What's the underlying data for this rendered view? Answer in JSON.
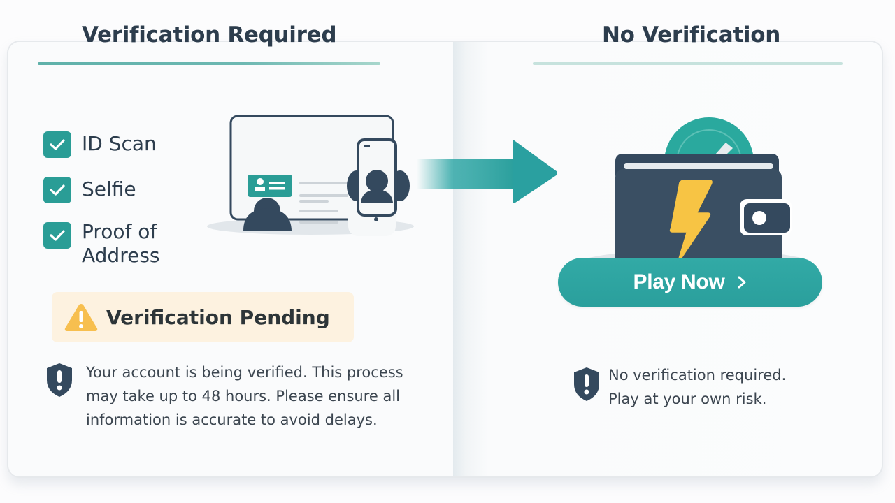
{
  "left_panel": {
    "title": "Verification Required",
    "checklist": [
      {
        "label": "ID Scan",
        "checked": true
      },
      {
        "label": "Selfie",
        "checked": true
      },
      {
        "label": "Proof of Address",
        "label_line1": "Proof of",
        "label_line2": "Address",
        "checked": true
      }
    ],
    "illustration": "id-card-and-phone-selfie",
    "status_badge": {
      "label": "Verification Pending",
      "icon": "warning-triangle-icon"
    },
    "notice": {
      "icon": "shield-exclamation-icon",
      "text": "Your account is being verified. This process may take up to 48 hours. Please ensure all information is accurate to avoid delays."
    }
  },
  "transition_arrow": "arrow-right-icon",
  "right_panel": {
    "title": "No Verification",
    "illustration": "wallet-with-lightning-and-coin",
    "play_button": {
      "label": "Play Now",
      "icon": "chevron-right-icon"
    },
    "notice": {
      "icon": "shield-exclamation-icon",
      "text_line1": "No verification required.",
      "text_line2": "Play at your own risk."
    }
  },
  "colors": {
    "accent_teal": "#2a9d96",
    "dark_navy": "#34495e",
    "warning_yellow": "#f7bf4f",
    "pending_bg": "#fdf2e0",
    "text_dark": "#2d3d4d"
  }
}
